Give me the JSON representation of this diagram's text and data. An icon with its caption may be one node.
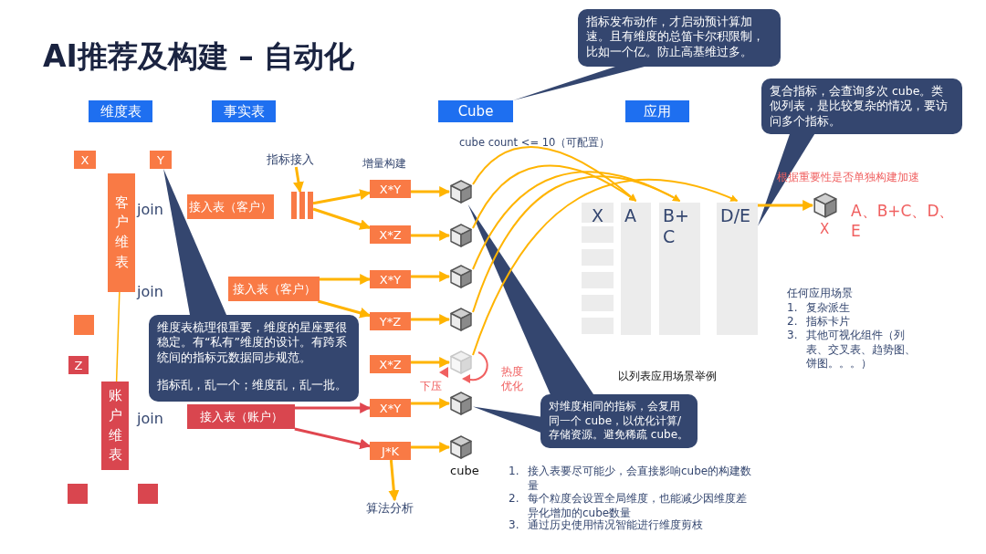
{
  "diagram": {
    "title": "AI推荐及构建 – 自动化",
    "nodes": [
      {
        "text": [
          "维度表"
        ]
      },
      {
        "text": [
          "事实表"
        ]
      },
      {
        "text": [
          "Cube"
        ]
      },
      {
        "text": [
          "应用"
        ]
      },
      {
        "text": [
          "指标发布动作，才启动预计算加速。且有维度的总笛卡尔积限制，比如一个亿。防止高基维过多。"
        ]
      },
      {
        "text": [
          "复合指标，会查询多次 cube。类似列表，是比较复杂的情况，要访问多个指标。"
        ]
      },
      {
        "text": [
          "X"
        ]
      },
      {
        "text": [
          "Y"
        ]
      },
      {
        "text": [
          "客户维表"
        ]
      },
      {
        "text": [
          "指标接入"
        ]
      },
      {
        "text": [
          "接入表（客户）"
        ]
      },
      {
        "text": [],
        "shape": "bar"
      },
      {
        "text": [
          "接入表（客户）"
        ]
      },
      {
        "text": [],
        "shape": "box"
      },
      {
        "text": [
          "维度表梳理很重要，维度的星座要很稳定。有“私有”维度的设计。有跨系统间的指标元数据同步规范。",
          "指标乱，乱一个；维度乱，乱一批。"
        ]
      },
      {
        "text": [
          "Z"
        ]
      },
      {
        "text": [
          "账户维表"
        ]
      },
      {
        "text": [
          "接入表（账户）"
        ]
      },
      {
        "text": [],
        "shape": "box"
      },
      {
        "text": [],
        "shape": "box"
      },
      {
        "text": [
          "X*Y"
        ]
      },
      {
        "text": [
          "X*Z"
        ]
      },
      {
        "text": [
          "X*Y"
        ]
      },
      {
        "text": [
          "Y*Z"
        ]
      },
      {
        "text": [
          "X*Z"
        ]
      },
      {
        "text": [
          "X*Y"
        ]
      },
      {
        "text": [
          "J*K"
        ]
      },
      {
        "text": [
          "算法分析"
        ]
      },
      {
        "text": [],
        "shape": "cube"
      },
      {
        "text": [],
        "shape": "cube"
      },
      {
        "text": [],
        "shape": "cube"
      },
      {
        "text": [],
        "shape": "cube"
      },
      {
        "text": [],
        "shape": "cube"
      },
      {
        "text": [],
        "shape": "cube"
      },
      {
        "text": [],
        "shape": "cube",
        "beside": [
          "cube"
        ]
      },
      {
        "text": [
          "X"
        ]
      },
      {
        "text": [
          "A"
        ]
      },
      {
        "text": [
          "B+C"
        ]
      },
      {
        "text": [
          "D/E"
        ]
      },
      {
        "text": [],
        "shape": "cube",
        "beside": [
          "X",
          "A、B+C、D、E"
        ]
      },
      {
        "text": [
          "对维度相同的指标，会复用同一个 cube，以优化计算/存储资源。避免稀疏 cube。"
        ]
      }
    ],
    "edges": [
      {
        "from": 4,
        "to": 2,
        "arrow": "none",
        "color": "#34466f"
      },
      {
        "from": 5,
        "to": 38,
        "arrow": "none",
        "color": "#34466f"
      },
      {
        "from": 14,
        "to": 7,
        "arrow": "none",
        "color": "#34466f"
      },
      {
        "from": 40,
        "to": 28,
        "arrow": "none",
        "color": "#34466f"
      },
      {
        "from": 40,
        "to": 33,
        "arrow": "none",
        "color": "#34466f"
      },
      {
        "from": 9,
        "to": 11,
        "arrow": "to"
      },
      {
        "from": 11,
        "to": 20,
        "arrow": "to"
      },
      {
        "from": 11,
        "to": 21,
        "arrow": "to"
      },
      {
        "from": 12,
        "to": 22,
        "arrow": "to"
      },
      {
        "from": 12,
        "to": 23,
        "arrow": "to"
      },
      {
        "from": 17,
        "to": 25,
        "arrow": "to",
        "color": "#e0464f"
      },
      {
        "from": 17,
        "to": 26,
        "arrow": "to",
        "color": "#e0464f"
      },
      {
        "from": 20,
        "to": 28,
        "arrow": "to"
      },
      {
        "from": 21,
        "to": 29,
        "arrow": "to"
      },
      {
        "from": 22,
        "to": 30,
        "arrow": "to"
      },
      {
        "from": 23,
        "to": 31,
        "arrow": "to"
      },
      {
        "from": 24,
        "to": 32,
        "arrow": "to"
      },
      {
        "from": 25,
        "to": 33,
        "arrow": "to"
      },
      {
        "from": 26,
        "to": 34,
        "arrow": "to"
      },
      {
        "from": 26,
        "to": 27,
        "arrow": "to"
      },
      {
        "from": 8,
        "to": 16,
        "arrow": "none"
      },
      {
        "from": 28,
        "to": 36,
        "arrow": "to"
      },
      {
        "from": 29,
        "to": 36,
        "arrow": "to"
      },
      {
        "from": 30,
        "to": 37,
        "arrow": "to"
      },
      {
        "from": 31,
        "to": 37,
        "arrow": "to"
      },
      {
        "from": 32,
        "to": 38,
        "arrow": "to"
      },
      {
        "from": 38,
        "to": 39,
        "arrow": "to"
      }
    ],
    "labels": [
      "join",
      "join",
      "join",
      "增量构建",
      "cube count <= 10（可配置）",
      "下压",
      "热度优化",
      "以列表应用场景举例",
      "根据重要性是否单独构建加速",
      "任何应用场景",
      "1.",
      "复杂派生",
      "2.",
      "指标卡片",
      "3.",
      "其他可视化组件（列表、交叉表、趋势图、饼图。。。）",
      "1.",
      "接入表要尽可能少，会直接影响cube的构建数量",
      "2.",
      "每个粒度会设置全局维度，也能减少因维度差异化增加的cube数量",
      "3.",
      "通过历史使用情况智能进行维度剪枝"
    ]
  }
}
